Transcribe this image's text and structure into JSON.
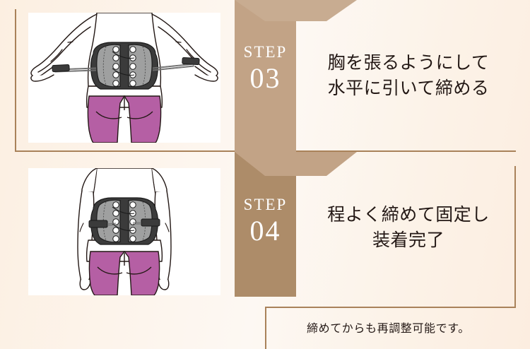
{
  "steps": [
    {
      "word": "STEP",
      "number": "03",
      "caption": "胸を張るようにして\n水平に引いて締める",
      "illustration_name": "person-pulling-lumbar-belt-straps"
    },
    {
      "word": "STEP",
      "number": "04",
      "caption": "程よく締めて固定し\n装着完了",
      "illustration_name": "person-wearing-fastened-lumbar-belt"
    }
  ],
  "note": {
    "text": "締めてからも再調整可能です。"
  },
  "colors": {
    "band_step3": "#C2A386",
    "band_step4": "#AD8C69",
    "band_notch": "#C8AC91",
    "frame_line": "#A9825A",
    "text": "#231815",
    "step_label": "#FFFFFF",
    "background_start": "#FCEFE1",
    "background_end": "#FCEDE0",
    "pants": "#B55FA4",
    "belt_shell": "#3B3B3B",
    "belt_panel": "#9FA0A0",
    "skin_outline": "#231815"
  }
}
